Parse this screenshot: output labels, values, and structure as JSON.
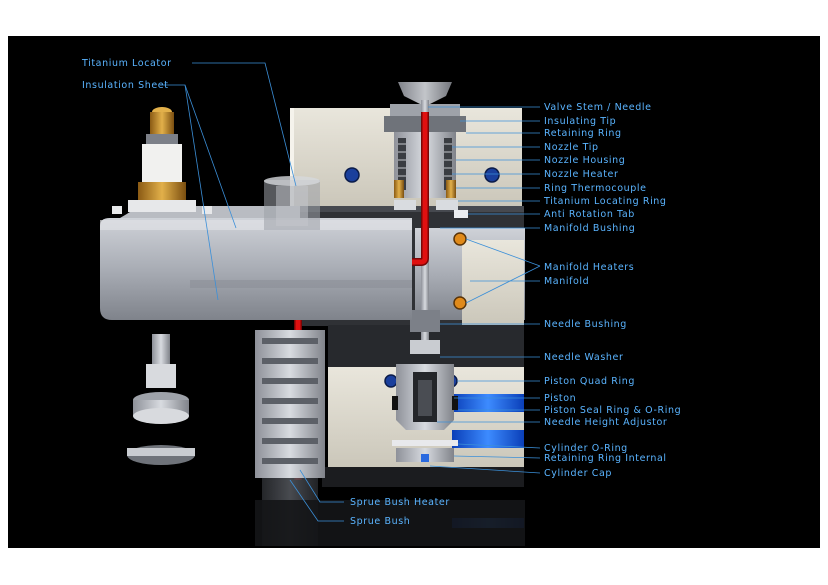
{
  "colors": {
    "background": "#000000",
    "label": "#5ab4ff",
    "leader": "#3b8fd8",
    "melt_channel": "#e01010",
    "cooling": "#1e6cff"
  },
  "labels_left": [
    "Titanium Locator",
    "Insulation Sheet"
  ],
  "labels_right": [
    "Valve Stem / Needle",
    "Insulating Tip",
    "Retaining Ring",
    "Nozzle Tip",
    "Nozzle Housing",
    "Nozzle Heater",
    "Ring Thermocouple",
    "Titanium Locating Ring",
    "Anti Rotation Tab",
    "Manifold Bushing",
    "Manifold Heaters",
    "Manifold",
    "Needle Bushing",
    "Needle Washer",
    "Piston Quad Ring",
    "Piston",
    "Piston Seal Ring & O-Ring",
    "Needle Height Adjustor",
    "Cylinder O-Ring",
    "Retaining Ring Internal",
    "Cylinder Cap"
  ],
  "labels_bottom": [
    "Sprue Bush Heater",
    "Sprue Bush"
  ]
}
